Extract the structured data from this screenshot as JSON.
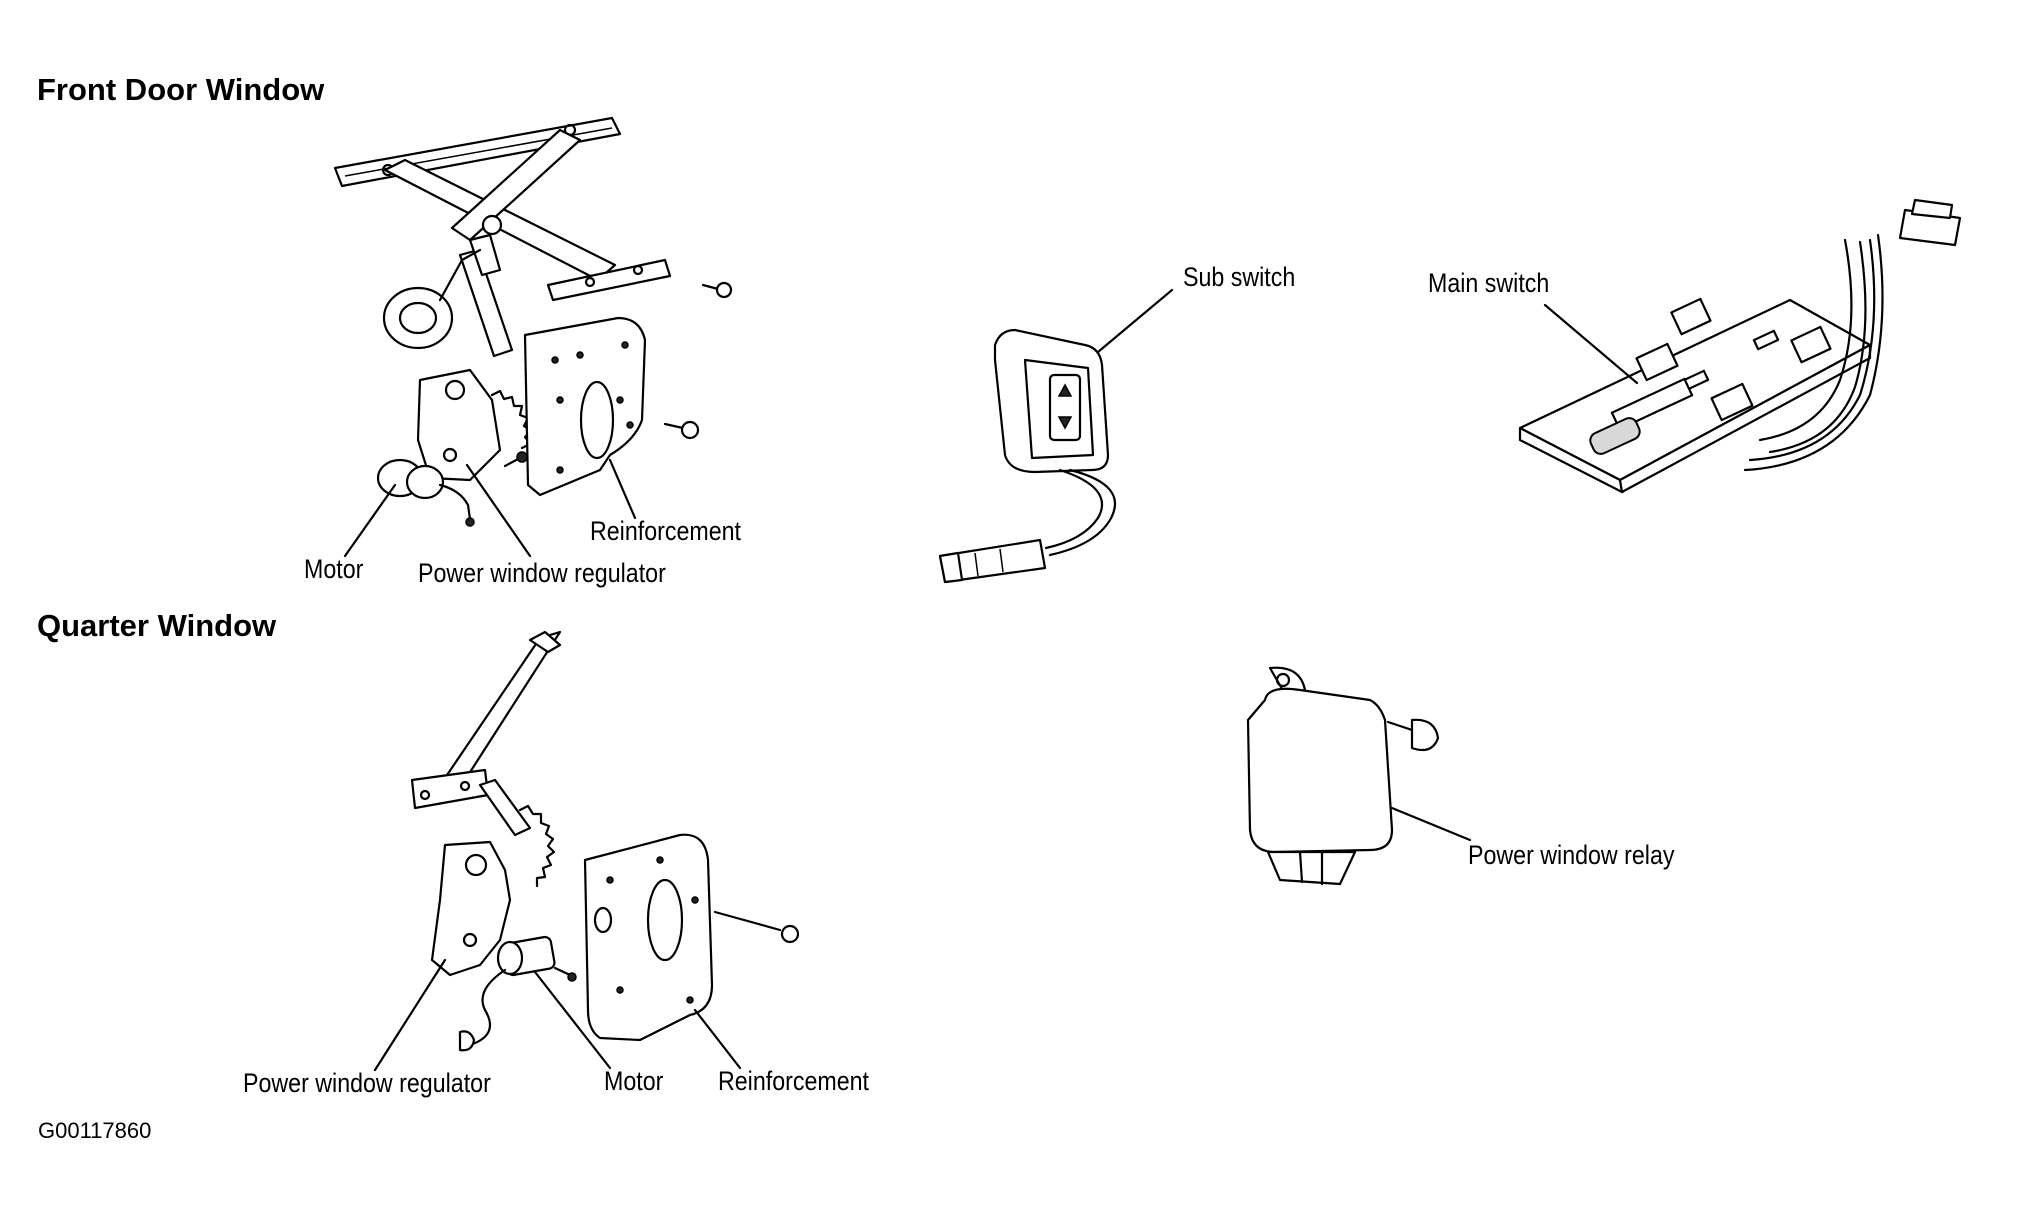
{
  "headings": {
    "front_door": "Front Door Window",
    "quarter": "Quarter Window"
  },
  "callouts": {
    "front_motor": "Motor",
    "front_regulator": "Power window regulator",
    "front_reinforcement": "Reinforcement",
    "sub_switch": "Sub switch",
    "main_switch": "Main switch",
    "power_window_relay": "Power window relay",
    "quarter_regulator": "Power window regulator",
    "quarter_motor": "Motor",
    "quarter_reinforcement": "Reinforcement"
  },
  "figure_id": "G00117860"
}
